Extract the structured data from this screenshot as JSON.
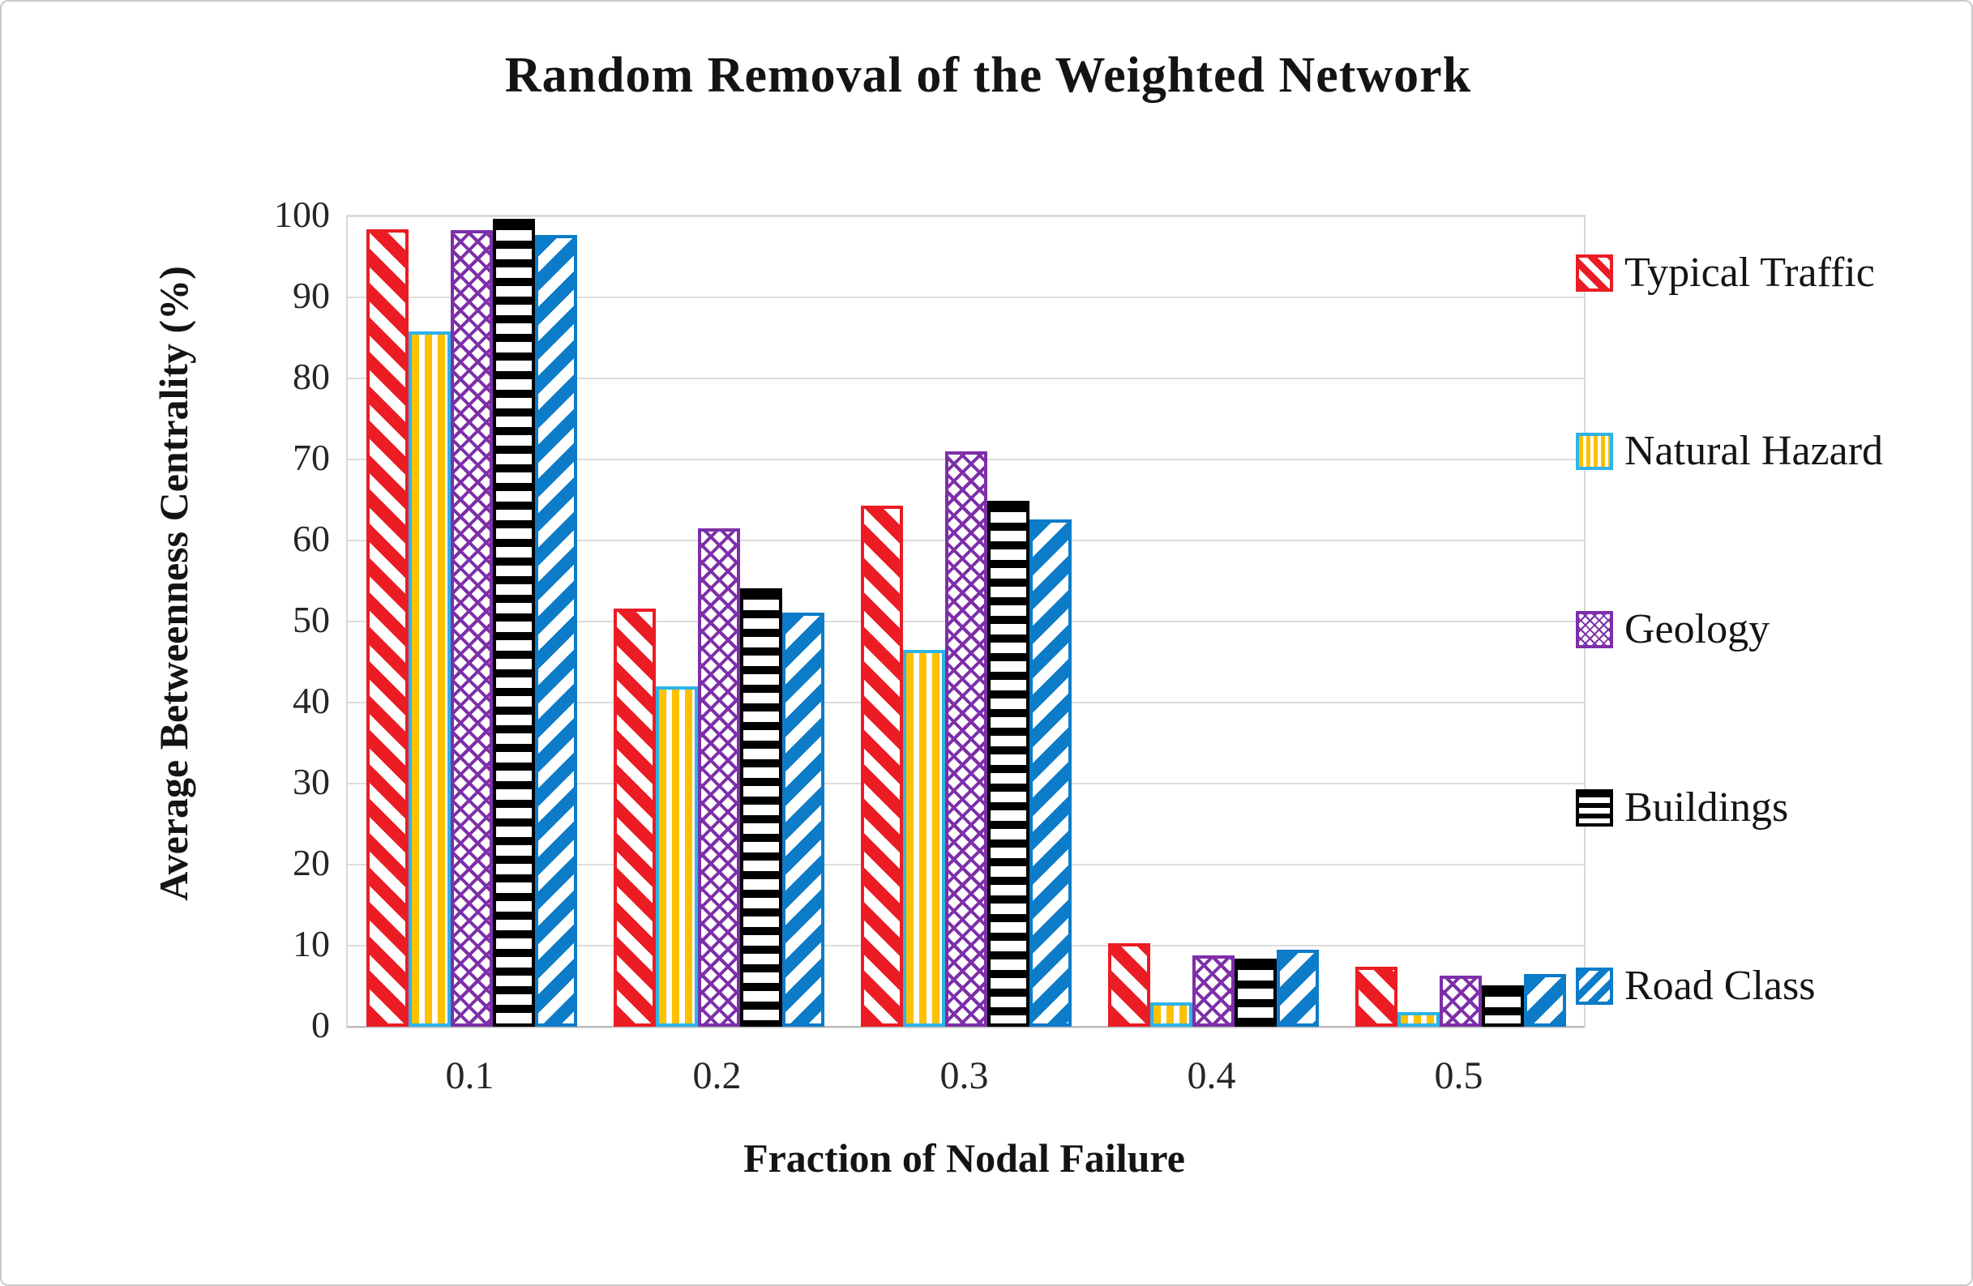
{
  "figure": {
    "border_color": "#c9c9c9",
    "background": "#ffffff"
  },
  "chart_data": {
    "type": "bar",
    "title": "Random Removal of the Weighted Network",
    "xlabel": "Fraction of Nodal Failure",
    "ylabel": "Average Betweenness Centrality (%)",
    "categories": [
      "0.1",
      "0.2",
      "0.3",
      "0.4",
      "0.5"
    ],
    "series": [
      {
        "name": "Typical Traffic",
        "pattern": "diagonal-up",
        "fill": "#EB1C24",
        "border": "#EB1C24",
        "values": [
          98.4,
          51.6,
          64.3,
          10.3,
          7.4
        ]
      },
      {
        "name": "Natural Hazard",
        "pattern": "vertical",
        "fill": "#FFC000",
        "border": "#2EB3E8",
        "values": [
          85.8,
          42.0,
          46.5,
          3.0,
          1.8
        ]
      },
      {
        "name": "Geology",
        "pattern": "crosshatch",
        "fill": "#7D2FA8",
        "border": "#7D2FA8",
        "values": [
          98.3,
          61.5,
          71.0,
          8.8,
          6.3
        ]
      },
      {
        "name": "Buildings",
        "pattern": "horizontal",
        "fill": "#000000",
        "border": "#000000",
        "values": [
          99.7,
          54.1,
          64.9,
          8.4,
          5.1
        ]
      },
      {
        "name": "Road Class",
        "pattern": "diagonal-down",
        "fill": "#0C7CC9",
        "border": "#0C7CC9",
        "values": [
          97.7,
          51.1,
          62.6,
          9.5,
          6.5
        ]
      }
    ],
    "ylim": [
      0,
      100
    ],
    "yticks": [
      0,
      10,
      20,
      30,
      40,
      50,
      60,
      70,
      80,
      90,
      100
    ],
    "grid": "horizontal",
    "gridline_color": "#dcdcdc",
    "legend_position": "right"
  }
}
